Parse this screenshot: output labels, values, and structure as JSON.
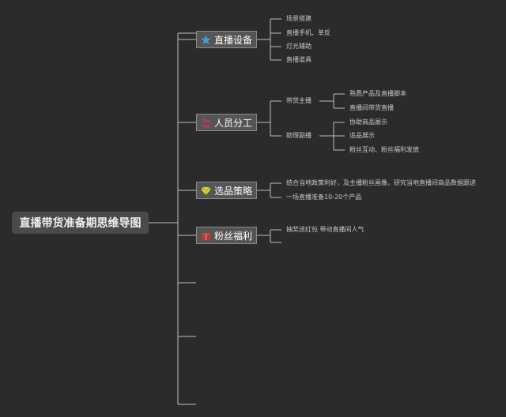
{
  "root": {
    "label": "直播带货准备期思维导图"
  },
  "branches": [
    {
      "label": "直播设备",
      "icon": "star-icon",
      "children": [
        "场景搭建",
        "直播手机、单反",
        "灯光辅助",
        "直播道具"
      ]
    },
    {
      "label": "人员分工",
      "icon": "people-icon",
      "children": [
        {
          "label": "带货主播",
          "children": [
            "熟悉产品及直播脚本",
            "直播间带货直播"
          ]
        },
        {
          "label": "助理副播",
          "children": [
            "协助商品展示",
            "追品展示",
            "粉丝互动、粉丝福利发放"
          ]
        }
      ]
    },
    {
      "label": "选品策略",
      "icon": "diamond-icon",
      "children": [
        "结合当地政策利好，及主播粉丝画像，研究当地直播间商品数据跟进",
        "一场直播准备10-20个产品"
      ]
    },
    {
      "label": "粉丝福利",
      "icon": "gift-icon",
      "children": [
        "抽奖送红包 带动直播间人气"
      ]
    }
  ]
}
